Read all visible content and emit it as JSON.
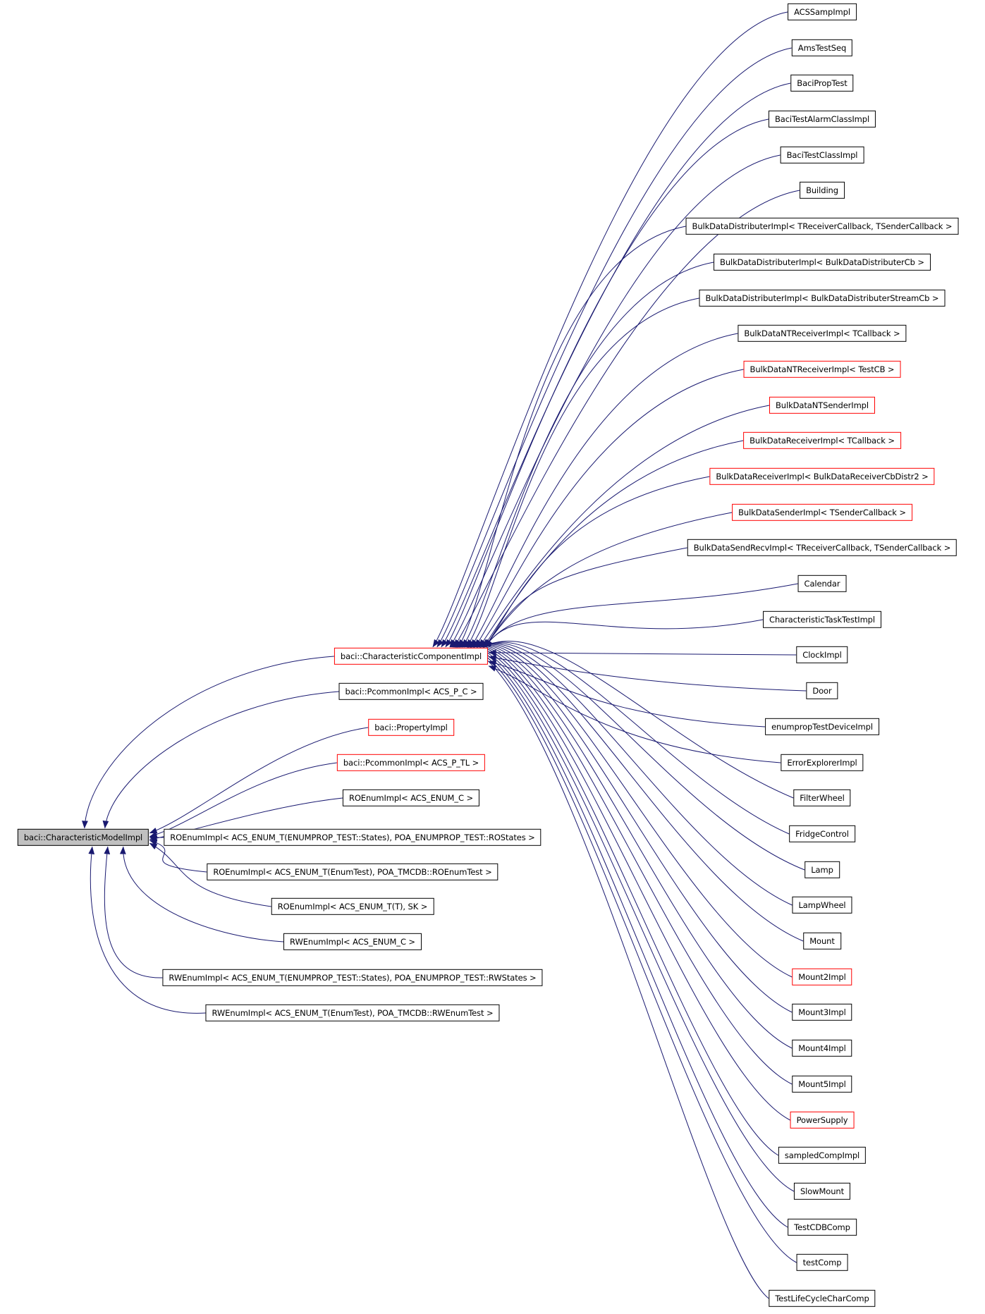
{
  "diagram": {
    "type": "class-inheritance-graph",
    "base": {
      "label": "baci::CharacteristicModelImpl",
      "highlighted": false
    },
    "middle": [
      {
        "label": "baci::CharacteristicComponentImpl",
        "highlighted": true
      },
      {
        "label": "baci::PcommonImpl< ACS_P_C >",
        "highlighted": false
      },
      {
        "label": "baci::PropertyImpl",
        "highlighted": true
      },
      {
        "label": "baci::PcommonImpl< ACS_P_TL >",
        "highlighted": true
      },
      {
        "label": "ROEnumImpl< ACS_ENUM_C >",
        "highlighted": false
      },
      {
        "label": "ROEnumImpl< ACS_ENUM_T(ENUMPROP_TEST::States), POA_ENUMPROP_TEST::ROStates >",
        "highlighted": false
      },
      {
        "label": "ROEnumImpl< ACS_ENUM_T(EnumTest), POA_TMCDB::ROEnumTest >",
        "highlighted": false
      },
      {
        "label": "ROEnumImpl< ACS_ENUM_T(T), SK >",
        "highlighted": false
      },
      {
        "label": "RWEnumImpl< ACS_ENUM_C >",
        "highlighted": false
      },
      {
        "label": "RWEnumImpl< ACS_ENUM_T(ENUMPROP_TEST::States), POA_ENUMPROP_TEST::RWStates >",
        "highlighted": false
      },
      {
        "label": "RWEnumImpl< ACS_ENUM_T(EnumTest), POA_TMCDB::RWEnumTest >",
        "highlighted": false
      }
    ],
    "derived": [
      {
        "label": "ACSSampImpl",
        "highlighted": false
      },
      {
        "label": "AmsTestSeq",
        "highlighted": false
      },
      {
        "label": "BaciPropTest",
        "highlighted": false
      },
      {
        "label": "BaciTestAlarmClassImpl",
        "highlighted": false
      },
      {
        "label": "BaciTestClassImpl",
        "highlighted": false
      },
      {
        "label": "Building",
        "highlighted": false
      },
      {
        "label": "BulkDataDistributerImpl< TReceiverCallback, TSenderCallback >",
        "highlighted": false
      },
      {
        "label": "BulkDataDistributerImpl< BulkDataDistributerCb >",
        "highlighted": false
      },
      {
        "label": "BulkDataDistributerImpl< BulkDataDistributerStreamCb >",
        "highlighted": false
      },
      {
        "label": "BulkDataNTReceiverImpl< TCallback >",
        "highlighted": false
      },
      {
        "label": "BulkDataNTReceiverImpl< TestCB >",
        "highlighted": true
      },
      {
        "label": "BulkDataNTSenderImpl",
        "highlighted": true
      },
      {
        "label": "BulkDataReceiverImpl< TCallback >",
        "highlighted": true
      },
      {
        "label": "BulkDataReceiverImpl< BulkDataReceiverCbDistr2 >",
        "highlighted": true
      },
      {
        "label": "BulkDataSenderImpl< TSenderCallback >",
        "highlighted": true
      },
      {
        "label": "BulkDataSendRecvImpl< TReceiverCallback, TSenderCallback >",
        "highlighted": false
      },
      {
        "label": "Calendar",
        "highlighted": false
      },
      {
        "label": "CharacteristicTaskTestImpl",
        "highlighted": false
      },
      {
        "label": "ClockImpl",
        "highlighted": false
      },
      {
        "label": "Door",
        "highlighted": false
      },
      {
        "label": "enumpropTestDeviceImpl",
        "highlighted": false
      },
      {
        "label": "ErrorExplorerImpl",
        "highlighted": false
      },
      {
        "label": "FilterWheel",
        "highlighted": false
      },
      {
        "label": "FridgeControl",
        "highlighted": false
      },
      {
        "label": "Lamp",
        "highlighted": false
      },
      {
        "label": "LampWheel",
        "highlighted": false
      },
      {
        "label": "Mount",
        "highlighted": false
      },
      {
        "label": "Mount2Impl",
        "highlighted": true
      },
      {
        "label": "Mount3Impl",
        "highlighted": false
      },
      {
        "label": "Mount4Impl",
        "highlighted": false
      },
      {
        "label": "Mount5Impl",
        "highlighted": false
      },
      {
        "label": "PowerSupply",
        "highlighted": true
      },
      {
        "label": "sampledCompImpl",
        "highlighted": false
      },
      {
        "label": "SlowMount",
        "highlighted": false
      },
      {
        "label": "TestCDBComp",
        "highlighted": false
      },
      {
        "label": "testComp",
        "highlighted": false
      },
      {
        "label": "TestLifeCycleCharComp",
        "highlighted": false
      }
    ],
    "colors": {
      "edge": "#191970",
      "border": "#000000",
      "highlight_border": "#ff0000",
      "base_fill": "#c0c0c0",
      "node_fill": "#ffffff",
      "text": "#000000",
      "background": "#ffffff"
    }
  }
}
